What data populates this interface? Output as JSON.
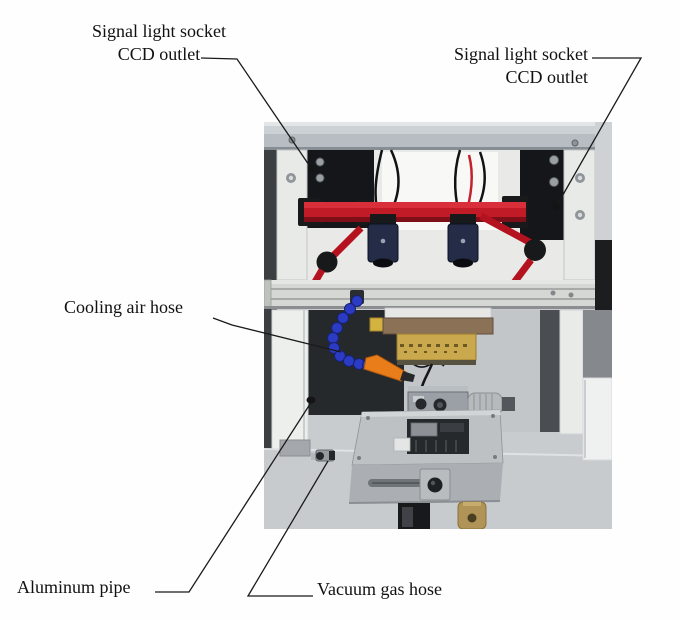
{
  "figure": {
    "type": "annotated-photograph",
    "labels": {
      "signal_left": {
        "line1": "Signal light socket",
        "line2": "CCD outlet"
      },
      "signal_right": {
        "line1": "Signal light socket",
        "line2": "CCD outlet"
      },
      "cooling_air_hose": "Cooling air hose",
      "aluminum_pipe": "Aluminum pipe",
      "vacuum_gas_hose": "Vacuum gas hose"
    },
    "colors": {
      "leader_line": "#1a1a1a",
      "label_text": "#111111",
      "machine_red": "#c01b27",
      "hose_blue": "#2b3bc4",
      "nozzle_orange": "#e87d1a",
      "head_gold": "#c9a84e",
      "photo_background": "#c9ccce"
    }
  }
}
